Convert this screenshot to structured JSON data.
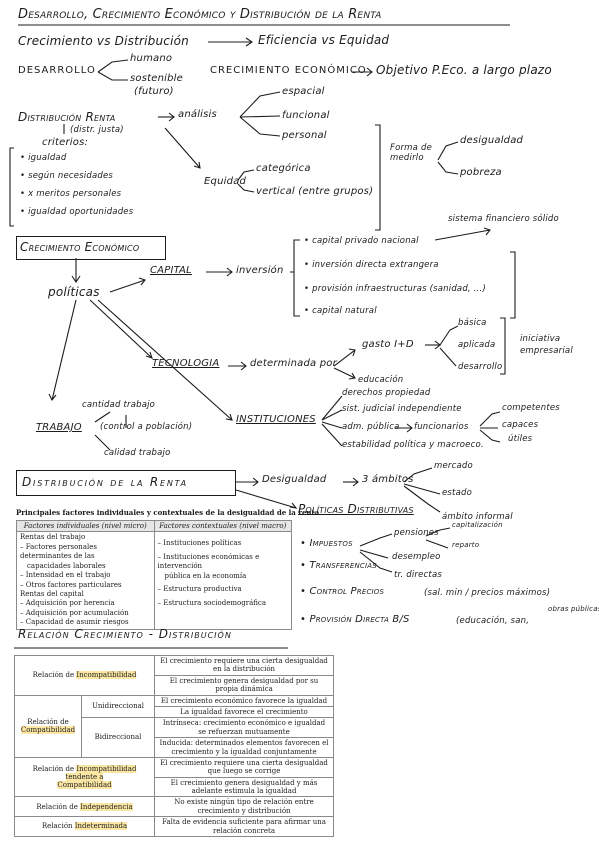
{
  "title": "Desarrollo, Crecimiento Económico y Distribución de la Renta",
  "line1": {
    "a": "Crecimiento vs Distribución",
    "b": "Eficiencia vs Equidad"
  },
  "desarrollo": {
    "label": "DESARROLLO",
    "humano": "humano",
    "sostenible": "sostenible",
    "futuro": "(futuro)",
    "crec": "CRECIMIENTO ECONÓMICO",
    "obj": "Objetivo P.Eco. a largo plazo"
  },
  "distrib": {
    "label": "Distribución Renta",
    "analisis": "análisis",
    "espacial": "espacial",
    "funcional": "funcional",
    "personal": "personal",
    "justa": "(distr. justa)",
    "criterios": "criterios:",
    "crit_items": [
      "igualdad",
      "según necesidades",
      "x meritos personales",
      "igualdad oportunidades"
    ],
    "equidad": "Equidad",
    "categorica": "categórica",
    "vertical": "vertical (entre grupos)",
    "forma": "Forma de medirlo",
    "desigualdad": "desigualdad",
    "pobreza": "pobreza"
  },
  "crecimiento": {
    "label": "Crecimiento Económico",
    "politicas": "políticas",
    "capital": "CAPITAL",
    "inversion": "inversión",
    "sistema": "sistema financiero sólido",
    "cap_items": [
      "capital privado nacional",
      "inversión directa extrangera",
      "provisión infraestructuras (sanidad, ...)",
      "capital natural"
    ],
    "tecnologia": "TECNOLOGIA",
    "determinada": "determinada por",
    "gasto": "gasto I+D",
    "educacion": "educación",
    "basica": "básica",
    "aplicada": "aplicada",
    "desarrollo": "desarrollo",
    "iniciativa": "iniciativa empresarial",
    "trabajo": "TRABAJO",
    "cantidad": "cantidad trabajo",
    "control": "(control a población)",
    "calidad": "calidad trabajo",
    "instituciones": "INSTITUCIONES",
    "derechos": "derechos propiedad",
    "judicial": "sist. judicial independiente",
    "adm": "adm. pública",
    "funcionarios": "funcionarios",
    "estabilidad": "estabilidad política y macroeco.",
    "competentes": "competentes",
    "capaces": "capaces",
    "utiles": "útiles"
  },
  "dist_renta": {
    "label": "Distribución de la Renta",
    "desig": "Desigualdad",
    "ambitos": "3 ámbitos",
    "mercado": "mercado",
    "estado": "estado",
    "informal": "ámbito informal",
    "politicas": "Políticas Distributivas",
    "impuestos": "Impuestos",
    "transferencias": "Transferencias",
    "pensiones": "pensiones",
    "capitalizacion": "capitalización",
    "reparto": "reparto",
    "desempleo": "desempleo",
    "trdirectas": "tr. directas",
    "control": "Control Precios",
    "control_note": "(sal. min / precios máximos)",
    "provision": "Provisión Directa B/S",
    "provision_note": "(educación, san,",
    "obras": "obras públicas...)"
  },
  "table1": {
    "caption": "Principales factores individuales y contextuales de la desigualdad de la renta",
    "h1": "Factores individuales (nivel micro)",
    "h2": "Factores contextuales (nivel macro)",
    "left": [
      "Rentas del trabajo",
      "– Factores personales determinantes de las",
      "capacidades laborales",
      "– Intensidad en el trabajo",
      "– Otros factores particulares",
      "Rentas del capital",
      "– Adquisición por herencia",
      "– Adquisición por acumulación",
      "– Capacidad de asumir riesgos"
    ],
    "right": [
      "– Instituciones políticas",
      "– Instituciones económicas e intervención",
      "pública en la economía",
      "– Estructura productiva",
      "– Estructura sociodemográfica"
    ]
  },
  "relacion": {
    "label": "Relación Crecimiento - Distribución",
    "rows": [
      {
        "a": "Relación de Incompatibilidad",
        "b": "",
        "c": "El crecimiento requiere una cierta desigualdad en la distribución"
      },
      {
        "a": "",
        "b": "",
        "c": "El crecimiento genera desigualdad por su propia dinámica"
      },
      {
        "a": "Relación de Compatibilidad",
        "b": "Unidireccional",
        "c": "El crecimiento económico favorece la igualdad"
      },
      {
        "a": "",
        "b": "",
        "c": "La igualdad favorece el crecimiento"
      },
      {
        "a": "",
        "b": "Bidireccional",
        "c": "Intrínseca: crecimiento económico e igualdad se refuerzan mutuamente"
      },
      {
        "a": "",
        "b": "",
        "c": "Inducida: determinados elementos favorecen el crecimiento y la igualdad conjuntamente"
      },
      {
        "a": "Relación de Incompatibilidad tendente a Compatibilidad",
        "b": "",
        "c": "El crecimiento requiere una cierta desigualdad que luego se corrige"
      },
      {
        "a": "",
        "b": "",
        "c": "El crecimiento genera desigualdad y más adelante estimula la igualdad"
      },
      {
        "a": "Relación de Independencia",
        "b": "",
        "c": "No existe ningún tipo de relación entre crecimiento y distribución"
      },
      {
        "a": "Relación Indeterminada",
        "b": "",
        "c": "Falta de evidencia suficiente para afirmar una relación concreta"
      }
    ]
  }
}
